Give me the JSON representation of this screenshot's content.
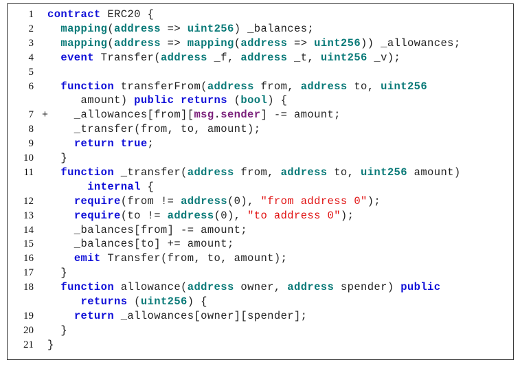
{
  "code": {
    "lines": [
      {
        "num": "1",
        "tokens": [
          {
            "t": "contract",
            "c": "kb"
          },
          {
            "t": " ERC20 {"
          }
        ]
      },
      {
        "num": "2",
        "tokens": [
          {
            "t": "  "
          },
          {
            "t": "mapping",
            "c": "kw"
          },
          {
            "t": "("
          },
          {
            "t": "address",
            "c": "kw"
          },
          {
            "t": " => "
          },
          {
            "t": "uint256",
            "c": "kw"
          },
          {
            "t": ") _balances;"
          }
        ]
      },
      {
        "num": "3",
        "tokens": [
          {
            "t": "  "
          },
          {
            "t": "mapping",
            "c": "kw"
          },
          {
            "t": "("
          },
          {
            "t": "address",
            "c": "kw"
          },
          {
            "t": " => "
          },
          {
            "t": "mapping",
            "c": "kw"
          },
          {
            "t": "("
          },
          {
            "t": "address",
            "c": "kw"
          },
          {
            "t": " => "
          },
          {
            "t": "uint256",
            "c": "kw"
          },
          {
            "t": ")) _allowances;"
          }
        ]
      },
      {
        "num": "4",
        "tokens": [
          {
            "t": "  "
          },
          {
            "t": "event",
            "c": "kb"
          },
          {
            "t": " Transfer("
          },
          {
            "t": "address",
            "c": "kw"
          },
          {
            "t": " _f, "
          },
          {
            "t": "address",
            "c": "kw"
          },
          {
            "t": " _t, "
          },
          {
            "t": "uint256",
            "c": "kw"
          },
          {
            "t": " _v);"
          }
        ]
      },
      {
        "num": "5",
        "tokens": []
      },
      {
        "num": "6",
        "tokens": [
          {
            "t": "  "
          },
          {
            "t": "function",
            "c": "kb"
          },
          {
            "t": " transferFrom("
          },
          {
            "t": "address",
            "c": "kw"
          },
          {
            "t": " from, "
          },
          {
            "t": "address",
            "c": "kw"
          },
          {
            "t": " to, "
          },
          {
            "t": "uint256",
            "c": "kw"
          }
        ]
      },
      {
        "num": "",
        "tokens": [
          {
            "t": "     amount) "
          },
          {
            "t": "public",
            "c": "kb"
          },
          {
            "t": " "
          },
          {
            "t": "returns",
            "c": "kb"
          },
          {
            "t": " ("
          },
          {
            "t": "bool",
            "c": "kw"
          },
          {
            "t": ") {"
          }
        ]
      },
      {
        "num": "7",
        "marker": "+",
        "tokens": [
          {
            "t": "    _allowances[from]["
          },
          {
            "t": "msg",
            "c": "kp"
          },
          {
            "t": "."
          },
          {
            "t": "sender",
            "c": "kp"
          },
          {
            "t": "] -= amount;"
          }
        ]
      },
      {
        "num": "8",
        "tokens": [
          {
            "t": "    _transfer(from, to, amount);"
          }
        ]
      },
      {
        "num": "9",
        "tokens": [
          {
            "t": "    "
          },
          {
            "t": "return",
            "c": "kb"
          },
          {
            "t": " "
          },
          {
            "t": "true",
            "c": "kb"
          },
          {
            "t": ";"
          }
        ]
      },
      {
        "num": "10",
        "tokens": [
          {
            "t": "  }"
          }
        ]
      },
      {
        "num": "11",
        "tokens": [
          {
            "t": "  "
          },
          {
            "t": "function",
            "c": "kb"
          },
          {
            "t": " _transfer("
          },
          {
            "t": "address",
            "c": "kw"
          },
          {
            "t": " from, "
          },
          {
            "t": "address",
            "c": "kw"
          },
          {
            "t": " to, "
          },
          {
            "t": "uint256",
            "c": "kw"
          },
          {
            "t": " amount)"
          }
        ]
      },
      {
        "num": "",
        "tokens": [
          {
            "t": "      "
          },
          {
            "t": "internal",
            "c": "kb"
          },
          {
            "t": " {"
          }
        ]
      },
      {
        "num": "12",
        "tokens": [
          {
            "t": "    "
          },
          {
            "t": "require",
            "c": "kb"
          },
          {
            "t": "(from != "
          },
          {
            "t": "address",
            "c": "kw"
          },
          {
            "t": "(0), "
          },
          {
            "t": "\"from address 0\"",
            "c": "str"
          },
          {
            "t": ");"
          }
        ]
      },
      {
        "num": "13",
        "tokens": [
          {
            "t": "    "
          },
          {
            "t": "require",
            "c": "kb"
          },
          {
            "t": "(to != "
          },
          {
            "t": "address",
            "c": "kw"
          },
          {
            "t": "(0), "
          },
          {
            "t": "\"to address 0\"",
            "c": "str"
          },
          {
            "t": ");"
          }
        ]
      },
      {
        "num": "14",
        "tokens": [
          {
            "t": "    _balances[from] -= amount;"
          }
        ]
      },
      {
        "num": "15",
        "tokens": [
          {
            "t": "    _balances[to] += amount;"
          }
        ]
      },
      {
        "num": "16",
        "tokens": [
          {
            "t": "    "
          },
          {
            "t": "emit",
            "c": "kb"
          },
          {
            "t": " Transfer(from, to, amount);"
          }
        ]
      },
      {
        "num": "17",
        "tokens": [
          {
            "t": "  }"
          }
        ]
      },
      {
        "num": "18",
        "tokens": [
          {
            "t": "  "
          },
          {
            "t": "function",
            "c": "kb"
          },
          {
            "t": " allowance("
          },
          {
            "t": "address",
            "c": "kw"
          },
          {
            "t": " owner, "
          },
          {
            "t": "address",
            "c": "kw"
          },
          {
            "t": " spender) "
          },
          {
            "t": "public",
            "c": "kb"
          }
        ]
      },
      {
        "num": "",
        "tokens": [
          {
            "t": "     "
          },
          {
            "t": "returns",
            "c": "kb"
          },
          {
            "t": " ("
          },
          {
            "t": "uint256",
            "c": "kw"
          },
          {
            "t": ") {"
          }
        ]
      },
      {
        "num": "19",
        "tokens": [
          {
            "t": "    "
          },
          {
            "t": "return",
            "c": "kb"
          },
          {
            "t": " _allowances[owner][spender];"
          }
        ]
      },
      {
        "num": "20",
        "tokens": [
          {
            "t": "  }"
          }
        ]
      },
      {
        "num": "21",
        "tokens": [
          {
            "t": "}"
          }
        ]
      }
    ]
  }
}
